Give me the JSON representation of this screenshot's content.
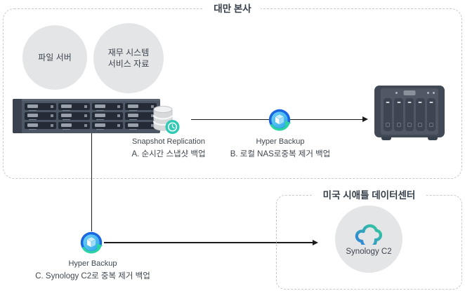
{
  "diagram": {
    "regions": {
      "taiwan": {
        "title": "대만 본사",
        "sources": [
          {
            "lines": [
              "파일 서버"
            ]
          },
          {
            "lines": [
              "재무 시스템",
              "서비스 자료"
            ]
          }
        ]
      },
      "us": {
        "title": "미국 시애틀 데이터센터",
        "cloud_service": "Synology C2"
      }
    },
    "flows": [
      {
        "id": "A",
        "app": "Snapshot Replication",
        "description": "A. 순시간 스냅샷 백업"
      },
      {
        "id": "B",
        "app": "Hyper Backup",
        "description": "B. 로컬 NAS로중복 제거 백업"
      },
      {
        "id": "C",
        "app": "Hyper Backup",
        "description": "C. Synology C2로 중복 제거 백업"
      }
    ],
    "colors": {
      "region_border": "#c9c9c9",
      "source_circle_fill": "#e4e5e7",
      "snapshot_badge_teal": "#2fc9b4",
      "hyper_backup_blue": "#1b67e2",
      "hyper_backup_green": "#2bd3a3",
      "c2_gradient_start": "#2f7ce0",
      "c2_gradient_end": "#35cb9a",
      "arrow": "#1c1c1c",
      "rack_body": "#4d5664",
      "nas_body": "#414957"
    }
  }
}
